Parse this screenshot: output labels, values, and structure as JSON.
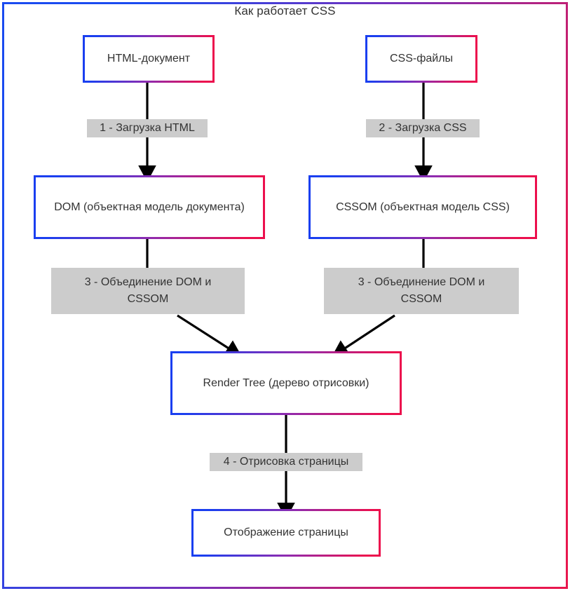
{
  "diagram": {
    "title": "Как работает CSS",
    "colors": {
      "gradient_start": "#1a4bf0",
      "gradient_mid": "#7a2fb8",
      "gradient_end": "#e8174e",
      "label_background": "#cccccc",
      "text": "#333333",
      "arrow": "#000000",
      "page_background": "#ffffff"
    },
    "nodes": [
      {
        "id": "html-document",
        "label": "HTML-документ"
      },
      {
        "id": "css-files",
        "label": "CSS-файлы"
      },
      {
        "id": "dom",
        "label": "DOM (объектная модель документа)"
      },
      {
        "id": "cssom",
        "label": "CSSOM (объектная модель CSS)"
      },
      {
        "id": "render-tree",
        "label": "Render Tree (дерево отрисовки)"
      },
      {
        "id": "page-display",
        "label": "Отображение страницы"
      }
    ],
    "steps": [
      {
        "id": "step-1",
        "label": "1 - Загрузка HTML"
      },
      {
        "id": "step-2",
        "label": "2 - Загрузка CSS"
      },
      {
        "id": "step-3-left",
        "label": "3 - Объединение DOM и CSSOM"
      },
      {
        "id": "step-3-right",
        "label": "3 - Объединение DOM и CSSOM"
      },
      {
        "id": "step-4",
        "label": "4 - Отрисовка страницы"
      }
    ],
    "edges": [
      {
        "from": "html-document",
        "to": "dom",
        "label": "1 - Загрузка HTML"
      },
      {
        "from": "css-files",
        "to": "cssom",
        "label": "2 - Загрузка CSS"
      },
      {
        "from": "dom",
        "to": "render-tree",
        "label": "3 - Объединение DOM и CSSOM"
      },
      {
        "from": "cssom",
        "to": "render-tree",
        "label": "3 - Объединение DOM и CSSOM"
      },
      {
        "from": "render-tree",
        "to": "page-display",
        "label": "4 - Отрисовка страницы"
      }
    ]
  }
}
